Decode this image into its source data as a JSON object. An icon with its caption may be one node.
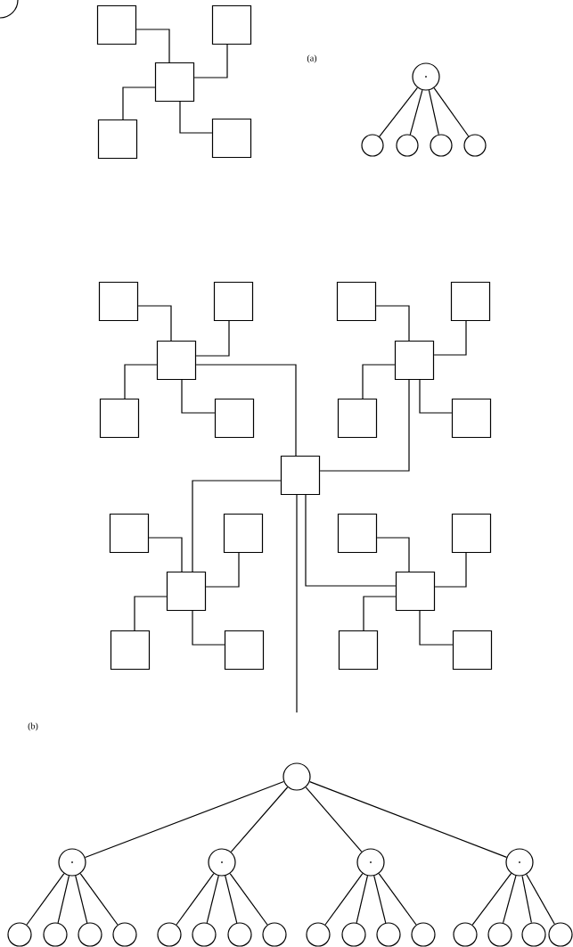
{
  "diagram": {
    "nodes": [
      {
        "text": [],
        "shape": "box"
      },
      {
        "text": [],
        "shape": "box"
      },
      {
        "text": [],
        "shape": "box"
      },
      {
        "text": [],
        "shape": "box"
      },
      {
        "text": [],
        "shape": "box"
      },
      {
        "text": [],
        "shape": "circle"
      },
      {
        "text": [],
        "shape": "circle"
      },
      {
        "text": [],
        "shape": "circle"
      },
      {
        "text": [],
        "shape": "circle"
      },
      {
        "text": [],
        "shape": "circle"
      },
      {
        "text": [],
        "shape": "box"
      },
      {
        "text": [],
        "shape": "box"
      },
      {
        "text": [],
        "shape": "box"
      },
      {
        "text": [],
        "shape": "box"
      },
      {
        "text": [],
        "shape": "box"
      },
      {
        "text": [],
        "shape": "box"
      },
      {
        "text": [],
        "shape": "box"
      },
      {
        "text": [],
        "shape": "box"
      },
      {
        "text": [],
        "shape": "box"
      },
      {
        "text": [],
        "shape": "box"
      },
      {
        "text": [],
        "shape": "box"
      },
      {
        "text": [],
        "shape": "box"
      },
      {
        "text": [],
        "shape": "box"
      },
      {
        "text": [],
        "shape": "box"
      },
      {
        "text": [],
        "shape": "box"
      },
      {
        "text": [],
        "shape": "box"
      },
      {
        "text": [],
        "shape": "box"
      },
      {
        "text": [],
        "shape": "box"
      },
      {
        "text": [],
        "shape": "box"
      },
      {
        "text": [],
        "shape": "box"
      },
      {
        "text": [],
        "shape": "box"
      },
      {
        "text": [],
        "shape": "circle"
      },
      {
        "text": [],
        "shape": "circle"
      },
      {
        "text": [],
        "shape": "circle"
      },
      {
        "text": [],
        "shape": "circle"
      },
      {
        "text": [],
        "shape": "circle"
      },
      {
        "text": [],
        "shape": "circle"
      },
      {
        "text": [],
        "shape": "circle"
      },
      {
        "text": [],
        "shape": "circle"
      },
      {
        "text": [],
        "shape": "circle"
      },
      {
        "text": [],
        "shape": "circle"
      },
      {
        "text": [],
        "shape": "circle"
      },
      {
        "text": [],
        "shape": "circle"
      },
      {
        "text": [],
        "shape": "circle"
      },
      {
        "text": [],
        "shape": "circle"
      },
      {
        "text": [],
        "shape": "circle"
      },
      {
        "text": [],
        "shape": "circle"
      },
      {
        "text": [],
        "shape": "circle"
      },
      {
        "text": [],
        "shape": "circle"
      },
      {
        "text": [],
        "shape": "circle"
      },
      {
        "text": [],
        "shape": "circle"
      },
      {
        "text": [],
        "shape": "circle"
      },
      {
        "text": [],
        "shape": "circle"
      }
    ],
    "edges": [
      {
        "from": 0,
        "to": 1,
        "arrow": "none"
      },
      {
        "from": 0,
        "to": 2,
        "arrow": "none"
      },
      {
        "from": 0,
        "to": 3,
        "arrow": "none"
      },
      {
        "from": 0,
        "to": 4,
        "arrow": "none"
      },
      {
        "from": 5,
        "to": 6,
        "arrow": "none"
      },
      {
        "from": 5,
        "to": 7,
        "arrow": "none"
      },
      {
        "from": 5,
        "to": 8,
        "arrow": "none"
      },
      {
        "from": 5,
        "to": 9,
        "arrow": "none"
      },
      {
        "from": 10,
        "to": 11,
        "arrow": "none"
      },
      {
        "from": 10,
        "to": 16,
        "arrow": "none"
      },
      {
        "from": 10,
        "to": 21,
        "arrow": "none"
      },
      {
        "from": 10,
        "to": 26,
        "arrow": "none"
      },
      {
        "from": 10,
        "to": null,
        "arrow": "none"
      },
      {
        "from": 11,
        "to": 12,
        "arrow": "none"
      },
      {
        "from": 11,
        "to": 13,
        "arrow": "none"
      },
      {
        "from": 11,
        "to": 14,
        "arrow": "none"
      },
      {
        "from": 11,
        "to": 15,
        "arrow": "none"
      },
      {
        "from": 16,
        "to": 17,
        "arrow": "none"
      },
      {
        "from": 16,
        "to": 18,
        "arrow": "none"
      },
      {
        "from": 16,
        "to": 19,
        "arrow": "none"
      },
      {
        "from": 16,
        "to": 20,
        "arrow": "none"
      },
      {
        "from": 21,
        "to": 22,
        "arrow": "none"
      },
      {
        "from": 21,
        "to": 23,
        "arrow": "none"
      },
      {
        "from": 21,
        "to": 24,
        "arrow": "none"
      },
      {
        "from": 21,
        "to": 25,
        "arrow": "none"
      },
      {
        "from": 26,
        "to": 27,
        "arrow": "none"
      },
      {
        "from": 26,
        "to": 28,
        "arrow": "none"
      },
      {
        "from": 26,
        "to": 29,
        "arrow": "none"
      },
      {
        "from": 26,
        "to": 30,
        "arrow": "none"
      },
      {
        "from": 31,
        "to": 32,
        "arrow": "none"
      },
      {
        "from": 31,
        "to": 37,
        "arrow": "none"
      },
      {
        "from": 31,
        "to": 42,
        "arrow": "none"
      },
      {
        "from": 31,
        "to": 47,
        "arrow": "none"
      },
      {
        "from": 32,
        "to": 33,
        "arrow": "none"
      },
      {
        "from": 32,
        "to": 34,
        "arrow": "none"
      },
      {
        "from": 32,
        "to": 35,
        "arrow": "none"
      },
      {
        "from": 32,
        "to": 36,
        "arrow": "none"
      },
      {
        "from": 37,
        "to": 38,
        "arrow": "none"
      },
      {
        "from": 37,
        "to": 39,
        "arrow": "none"
      },
      {
        "from": 37,
        "to": 40,
        "arrow": "none"
      },
      {
        "from": 37,
        "to": 41,
        "arrow": "none"
      },
      {
        "from": 42,
        "to": 43,
        "arrow": "none"
      },
      {
        "from": 42,
        "to": 44,
        "arrow": "none"
      },
      {
        "from": 42,
        "to": 45,
        "arrow": "none"
      },
      {
        "from": 42,
        "to": 46,
        "arrow": "none"
      },
      {
        "from": 47,
        "to": 48,
        "arrow": "none"
      },
      {
        "from": 47,
        "to": 49,
        "arrow": "none"
      },
      {
        "from": 47,
        "to": 50,
        "arrow": "none"
      },
      {
        "from": 47,
        "to": 51,
        "arrow": "none"
      }
    ],
    "labels": [
      "(a)",
      "(b)"
    ]
  }
}
